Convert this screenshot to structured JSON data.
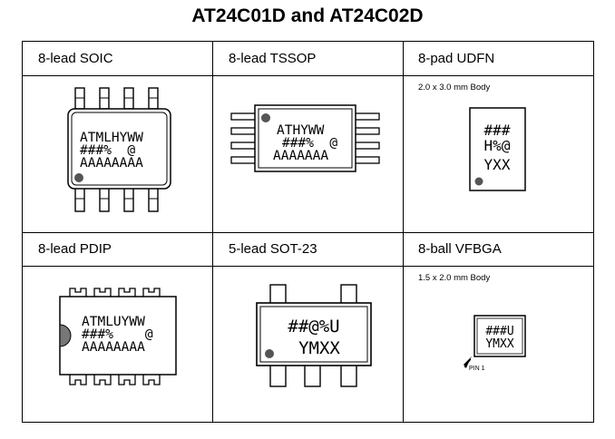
{
  "title": "AT24C01D and AT24C02D",
  "packages": [
    {
      "name": "8-lead SOIC",
      "marking": [
        "ATMLHYWW",
        "###%  @",
        "AAAAAAAA"
      ]
    },
    {
      "name": "8-lead TSSOP",
      "marking": [
        "ATHYWW",
        "###%  @",
        "AAAAAAA"
      ]
    },
    {
      "name": "8-pad UDFN",
      "body_note": "2.0 x 3.0 mm Body",
      "marking": [
        "###",
        "H%@",
        "YXX"
      ]
    },
    {
      "name": "8-lead PDIP",
      "marking": [
        "ATMLUYWW",
        "###%    @",
        "AAAAAAAA"
      ]
    },
    {
      "name": "5-lead SOT-23",
      "marking": [
        "##@%U",
        "YMXX"
      ]
    },
    {
      "name": "8-ball VFBGA",
      "body_note": "1.5 x 2.0 mm Body",
      "marking": [
        "###U",
        "YMXX"
      ],
      "pin_label": "PIN 1"
    }
  ]
}
